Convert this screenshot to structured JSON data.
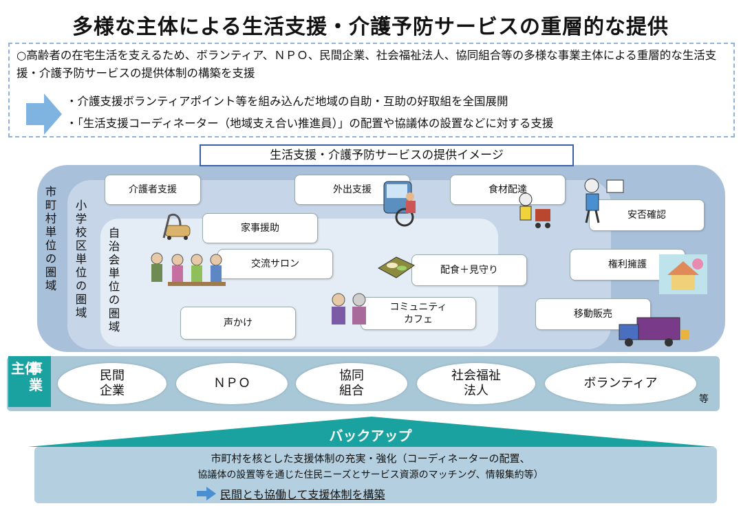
{
  "title": "多様な主体による生活支援・介護予防サービスの重層的な提供",
  "summary": {
    "lead": "○高齢者の在宅生活を支えるため、ボランティア、ＮＰＯ、民間企業、社会福祉法人、協同組合等の多様な事業主体による重層的な生活支援・介護予防サービスの提供体制の構築を支援",
    "bullets": [
      "・介護支援ボランティアポイント等を組み込んだ地域の自助・互助の好取組を全国展開",
      "・「生活支援コーディネーター（地域支え合い推進員）」の配置や協議体の設置などに対する支援"
    ]
  },
  "image_title": "生活支援・介護予防サービスの提供イメージ",
  "areas": {
    "municipal": "市町村単位の圏域",
    "school": "小学校区単位の圏域",
    "neighborhood": "自治会単位の圏域"
  },
  "services": {
    "caregiver_support": "介護者支援",
    "outing_support": "外出支援",
    "food_delivery": "食材配達",
    "safety_check": "安否確認",
    "housework": "家事援助",
    "salon": "交流サロン",
    "meal_watch": "配食＋見守り",
    "advocacy": "権利擁護",
    "community_cafe_1": "コミュニティ",
    "community_cafe_2": "カフェ",
    "greeting": "声かけ",
    "mobile_sales": "移動販売"
  },
  "entities": {
    "label_1": "事業",
    "label_2": "主体",
    "items": [
      {
        "l1": "民間",
        "l2": "企業"
      },
      {
        "l1": "ＮＰＯ",
        "l2": ""
      },
      {
        "l1": "協同",
        "l2": "組合"
      },
      {
        "l1": "社会福祉",
        "l2": "法人"
      },
      {
        "l1": "ボランティア",
        "l2": ""
      }
    ],
    "etc": "等"
  },
  "backup": {
    "label": "バックアップ",
    "line1": "市町村を核とした支援体制の充実・強化（コーディネーターの配置、",
    "line2": "協議体の設置等を通じた住民ニーズとサービス資源のマッチング、情報集約等）",
    "line3": "民間とも協働して支援体制を構築"
  },
  "colors": {
    "teal": "#1aa2a0",
    "arrow_blue": "#4a8fd0",
    "region_outer": "#a9c0db"
  }
}
